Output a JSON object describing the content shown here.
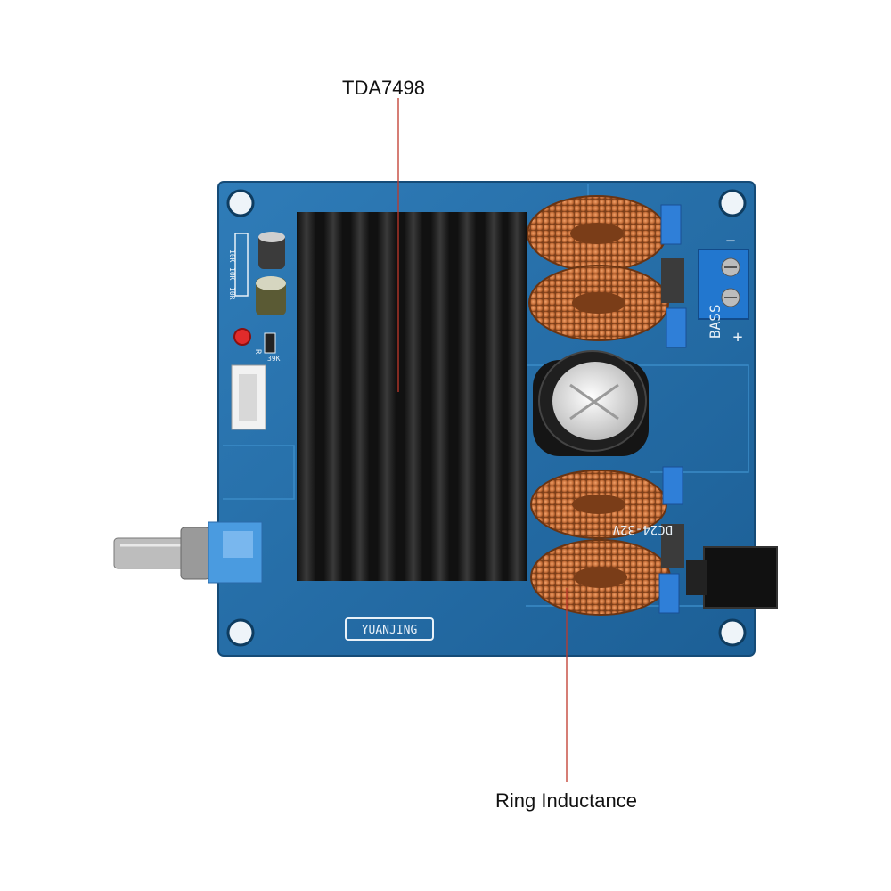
{
  "annotations": {
    "top_label": "TDA7498",
    "bottom_label": "Ring Inductance",
    "leader_color": "#c0392b"
  },
  "board": {
    "brand_label": "YUANJING",
    "power_label": "DC24-32V",
    "bass_label": "BASS",
    "minus_sign": "−",
    "plus_sign": "+",
    "r_values": [
      "10K",
      "10K",
      "10R"
    ],
    "r39k": "39K",
    "led_label": "R",
    "pcb_color": "#1f6aa5",
    "heatsink_color": "#1a1a1a",
    "copper_color": "#c8703a"
  }
}
